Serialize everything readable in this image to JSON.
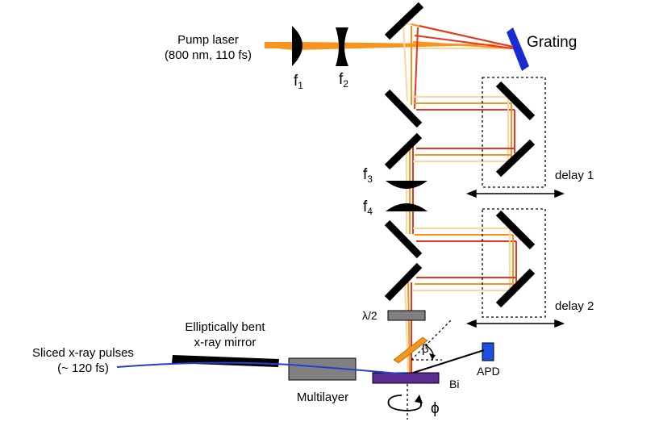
{
  "labels": {
    "pump_laser_line1": "Pump laser",
    "pump_laser_line2": "(800 nm, 110 fs)",
    "f1": "f",
    "f1_sub": "1",
    "f2": "f",
    "f2_sub": "2",
    "f3": "f",
    "f3_sub": "3",
    "f4": "f",
    "f4_sub": "4",
    "grating": "Grating",
    "delay1": "delay 1",
    "delay2": "delay 2",
    "half_wave": "λ/2",
    "beta": "β",
    "phi": "ϕ",
    "apd": "APD",
    "bi": "Bi",
    "multilayer": "Multilayer",
    "mirror_line1": "Elliptically bent",
    "mirror_line2": "x-ray mirror",
    "xray_line1": "Sliced x-ray pulses",
    "xray_line2": "(~ 120 fs)"
  },
  "colors": {
    "pump": "#F7941D",
    "beam_red": "#E8361E",
    "beam_orange": "#F7941D",
    "beam_light": "#FAD7A0",
    "xray": "#1F3FD6",
    "grating": "#1A2BD6",
    "apd": "#1A4FE0",
    "bi": "#5B2C91",
    "gray_element": "#808080"
  }
}
